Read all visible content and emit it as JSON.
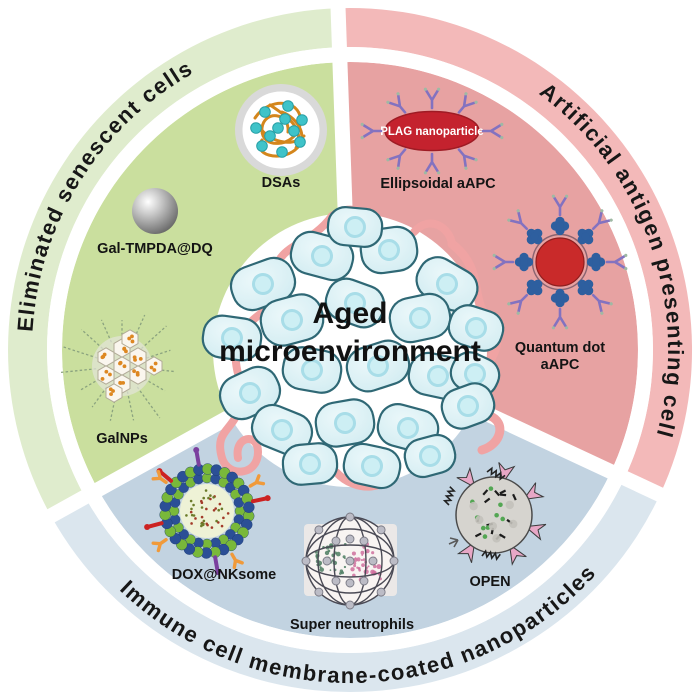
{
  "figure": {
    "center": {
      "line1": "Aged",
      "line2": "microenvironment"
    },
    "sections": {
      "senescent": {
        "arc_label": "Eliminated senescent cells",
        "ring_color": "#dfeccd",
        "inner_color": "#cadf9e",
        "items": {
          "dsas": "DSAs",
          "gal_tmpda": "Gal-TMPDA@DQ",
          "galnps": "GalNPs"
        }
      },
      "aapc": {
        "arc_label": "Artificial antigen presenting cell",
        "ring_color": "#f3b9b9",
        "inner_color": "#e7a2a2",
        "items": {
          "ellipsoidal": "Ellipsoidal aAPC",
          "plag": "PLAG nanoparticle",
          "quantum_line1": "Quantum dot",
          "quantum_line2": "aAPC"
        }
      },
      "immune": {
        "arc_label": "Immune cell membrane-coated nanoparticles",
        "ring_color": "#dbe6ee",
        "inner_color": "#c2d3e1",
        "items": {
          "dox": "DOX@NKsome",
          "neutrophils": "Super neutrophils",
          "open": "OPEN"
        }
      }
    }
  }
}
